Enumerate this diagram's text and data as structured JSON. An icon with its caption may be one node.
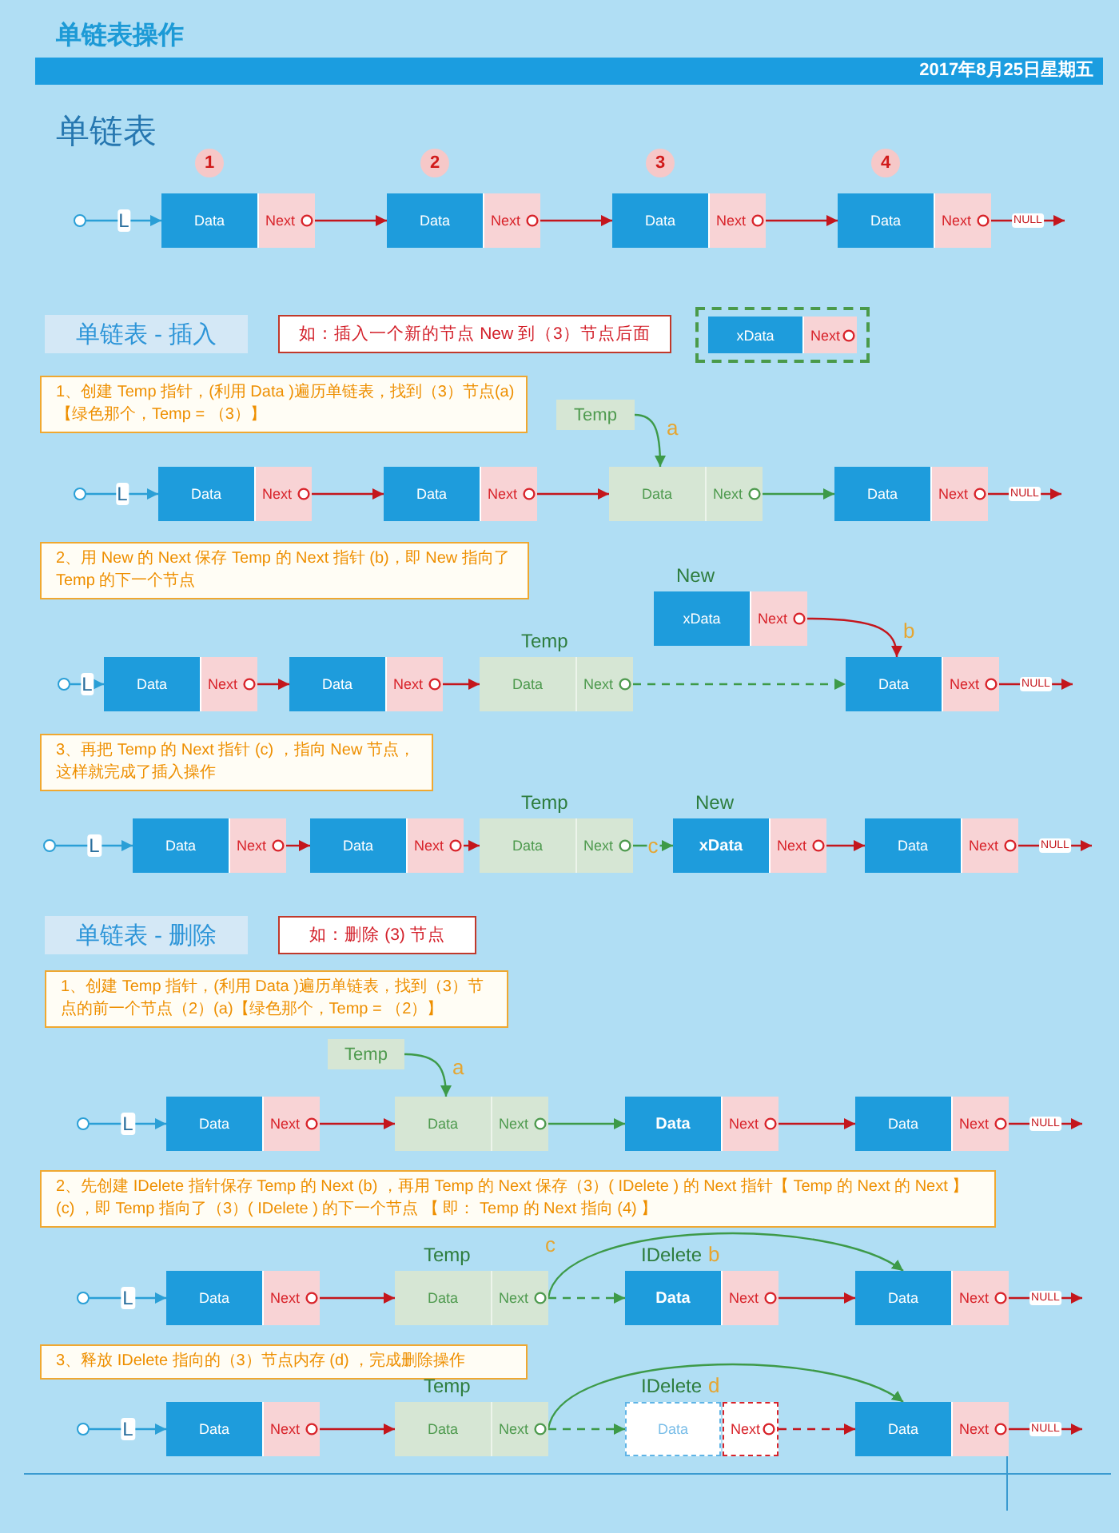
{
  "diagram": {
    "title": "单链表操作",
    "nodes": [
      {
        "text": [],
        "shape": "circle"
      },
      {
        "text": [
          "Data",
          "Next"
        ],
        "beside": [
          "1"
        ]
      },
      {
        "text": [
          "Data",
          "Next"
        ],
        "beside": [
          "2"
        ]
      },
      {
        "text": [
          "Data",
          "Next"
        ],
        "beside": [
          "3"
        ]
      },
      {
        "text": [
          "Data",
          "Next"
        ],
        "beside": [
          "4"
        ]
      },
      {
        "text": [
          "单链表 - 插入"
        ]
      },
      {
        "text": [
          "如：插入一个新的节点 New 到（3）节点后面"
        ]
      },
      {
        "text": [],
        "shape": "box"
      },
      {
        "text": [
          "xData",
          "Next"
        ],
        "in": 7
      },
      {
        "text": [
          "1、创建 Temp 指针，(利用 Data )遍历单链表，找到（3）节点(a)【绿色那个，Temp = （3）】"
        ]
      },
      {
        "text": [
          "Temp"
        ]
      },
      {
        "text": [],
        "shape": "circle"
      },
      {
        "text": [
          "Data",
          "Next"
        ]
      },
      {
        "text": [
          "Data",
          "Next"
        ]
      },
      {
        "text": [
          "Data",
          "Next"
        ]
      },
      {
        "text": [
          "Data",
          "Next"
        ]
      },
      {
        "text": [
          "2、用 New 的 Next 保存 Temp 的 Next 指针 (b)，即 New 指向了 Temp 的下一个节点"
        ]
      },
      {
        "text": [
          "xData",
          "Next"
        ],
        "beside": [
          "New"
        ]
      },
      {
        "text": [],
        "shape": "circle"
      },
      {
        "text": [
          "Data",
          "Next"
        ]
      },
      {
        "text": [
          "Data",
          "Next"
        ]
      },
      {
        "text": [
          "Data",
          "Next"
        ],
        "beside": [
          "Temp"
        ]
      },
      {
        "text": [
          "Data",
          "Next"
        ]
      },
      {
        "text": [
          "3、再把 Temp 的 Next 指针 (c) ，指向 New 节点，这样就完成了插入操作"
        ]
      },
      {
        "text": [],
        "shape": "circle"
      },
      {
        "text": [
          "Data",
          "Next"
        ]
      },
      {
        "text": [
          "Data",
          "Next"
        ]
      },
      {
        "text": [
          "Data",
          "Next"
        ],
        "beside": [
          "Temp"
        ]
      },
      {
        "text": [
          "xData",
          "Next"
        ],
        "beside": [
          "New"
        ]
      },
      {
        "text": [
          "Data",
          "Next"
        ]
      },
      {
        "text": [
          "单链表 - 删除"
        ]
      },
      {
        "text": [
          "如：删除 (3) 节点"
        ]
      },
      {
        "text": [
          "1、创建 Temp 指针，(利用 Data )遍历单链表，找到（3）节点的前一个节点（2）(a)【绿色那个，Temp = （2）】"
        ]
      },
      {
        "text": [
          "Temp"
        ]
      },
      {
        "text": [],
        "shape": "circle"
      },
      {
        "text": [
          "Data",
          "Next"
        ]
      },
      {
        "text": [
          "Data",
          "Next"
        ]
      },
      {
        "text": [
          "Data",
          "Next"
        ]
      },
      {
        "text": [
          "Data",
          "Next"
        ]
      },
      {
        "text": [
          "2、先创建 IDelete 指针保存 Temp 的 Next (b) ，再用 Temp 的 Next 保存（3）( IDelete ) 的 Next 指针【 Temp 的 Next 的 Next 】(c) ，即 Temp 指向了（3）( IDelete ) 的下一个节点 【 即： Temp 的 Next 指向 (4) 】"
        ]
      },
      {
        "text": [],
        "shape": "circle"
      },
      {
        "text": [
          "Data",
          "Next"
        ]
      },
      {
        "text": [
          "Data",
          "Next"
        ],
        "beside": [
          "Temp"
        ]
      },
      {
        "text": [
          "Data",
          "Next"
        ],
        "beside": [
          "IDelete",
          "b"
        ]
      },
      {
        "text": [
          "Data",
          "Next"
        ]
      },
      {
        "text": [
          "3、释放 IDelete 指向的（3）节点内存 (d) ，完成删除操作"
        ]
      },
      {
        "text": [],
        "shape": "circle"
      },
      {
        "text": [
          "Data",
          "Next"
        ]
      },
      {
        "text": [
          "Data",
          "Next"
        ],
        "beside": [
          "Temp"
        ]
      },
      {
        "text": [
          "Data",
          "Next"
        ],
        "beside": [
          "IDelete",
          "d"
        ]
      },
      {
        "text": [
          "Data",
          "Next"
        ]
      }
    ],
    "edges": [
      {
        "from": 0,
        "to": 1,
        "arrow": "to",
        "label": "L",
        "color": "#2a9fd6"
      },
      {
        "from": 1,
        "to": 2,
        "arrow": "to"
      },
      {
        "from": 2,
        "to": 3,
        "arrow": "to"
      },
      {
        "from": 3,
        "to": 4,
        "arrow": "to"
      },
      {
        "from": 4,
        "to": null,
        "arrow": "to",
        "label": "NULL"
      },
      {
        "from": 10,
        "to": 14,
        "arrow": "to",
        "label": "a",
        "color": "#3d9a48"
      },
      {
        "from": 11,
        "to": 12,
        "arrow": "to",
        "label": "L",
        "color": "#2a9fd6"
      },
      {
        "from": 12,
        "to": 13,
        "arrow": "to"
      },
      {
        "from": 13,
        "to": 14,
        "arrow": "to"
      },
      {
        "from": 14,
        "to": 15,
        "arrow": "to",
        "color": "#3d9a48"
      },
      {
        "from": 15,
        "to": null,
        "arrow": "to",
        "label": "NULL"
      },
      {
        "from": 18,
        "to": 19,
        "arrow": "to",
        "label": "L",
        "color": "#2a9fd6"
      },
      {
        "from": 19,
        "to": 20,
        "arrow": "to"
      },
      {
        "from": 20,
        "to": 21,
        "arrow": "to"
      },
      {
        "from": 21,
        "to": 22,
        "arrow": "to",
        "style": "dashed",
        "color": "#3d9a48"
      },
      {
        "from": 17,
        "to": 22,
        "arrow": "to",
        "label": "b"
      },
      {
        "from": 22,
        "to": null,
        "arrow": "to",
        "label": "NULL"
      },
      {
        "from": 24,
        "to": 25,
        "arrow": "to",
        "label": "L",
        "color": "#2a9fd6"
      },
      {
        "from": 25,
        "to": 26,
        "arrow": "to"
      },
      {
        "from": 26,
        "to": 27,
        "arrow": "to"
      },
      {
        "from": 27,
        "to": 28,
        "arrow": "to",
        "label": "c",
        "color": "#3d9a48"
      },
      {
        "from": 28,
        "to": 29,
        "arrow": "to"
      },
      {
        "from": 29,
        "to": null,
        "arrow": "to",
        "label": "NULL"
      },
      {
        "from": 33,
        "to": 36,
        "arrow": "to",
        "label": "a",
        "color": "#3d9a48"
      },
      {
        "from": 34,
        "to": 35,
        "arrow": "to",
        "label": "L",
        "color": "#2a9fd6"
      },
      {
        "from": 35,
        "to": 36,
        "arrow": "to"
      },
      {
        "from": 36,
        "to": 37,
        "arrow": "to",
        "color": "#3d9a48"
      },
      {
        "from": 37,
        "to": 38,
        "arrow": "to"
      },
      {
        "from": 38,
        "to": null,
        "arrow": "to",
        "label": "NULL"
      },
      {
        "from": 40,
        "to": 41,
        "arrow": "to",
        "label": "L",
        "color": "#2a9fd6"
      },
      {
        "from": 41,
        "to": 42,
        "arrow": "to"
      },
      {
        "from": 42,
        "to": 43,
        "arrow": "to",
        "style": "dashed",
        "color": "#3d9a48"
      },
      {
        "from": 42,
        "to": 44,
        "arrow": "to",
        "label": "c",
        "color": "#3d9a48"
      },
      {
        "from": 43,
        "to": 44,
        "arrow": "to"
      },
      {
        "from": 44,
        "to": null,
        "arrow": "to",
        "label": "NULL"
      },
      {
        "from": 46,
        "to": 47,
        "arrow": "to",
        "label": "L",
        "color": "#2a9fd6"
      },
      {
        "from": 47,
        "to": 48,
        "arrow": "to"
      },
      {
        "from": 48,
        "to": 49,
        "arrow": "to",
        "style": "dashed",
        "color": "#3d9a48"
      },
      {
        "from": 48,
        "to": 50,
        "arrow": "to",
        "color": "#3d9a48"
      },
      {
        "from": 49,
        "to": 50,
        "arrow": "to",
        "style": "dashed"
      },
      {
        "from": 50,
        "to": null,
        "arrow": "to",
        "label": "NULL"
      }
    ],
    "labels": [
      "2017年8月25日星期五",
      "单链表"
    ]
  }
}
